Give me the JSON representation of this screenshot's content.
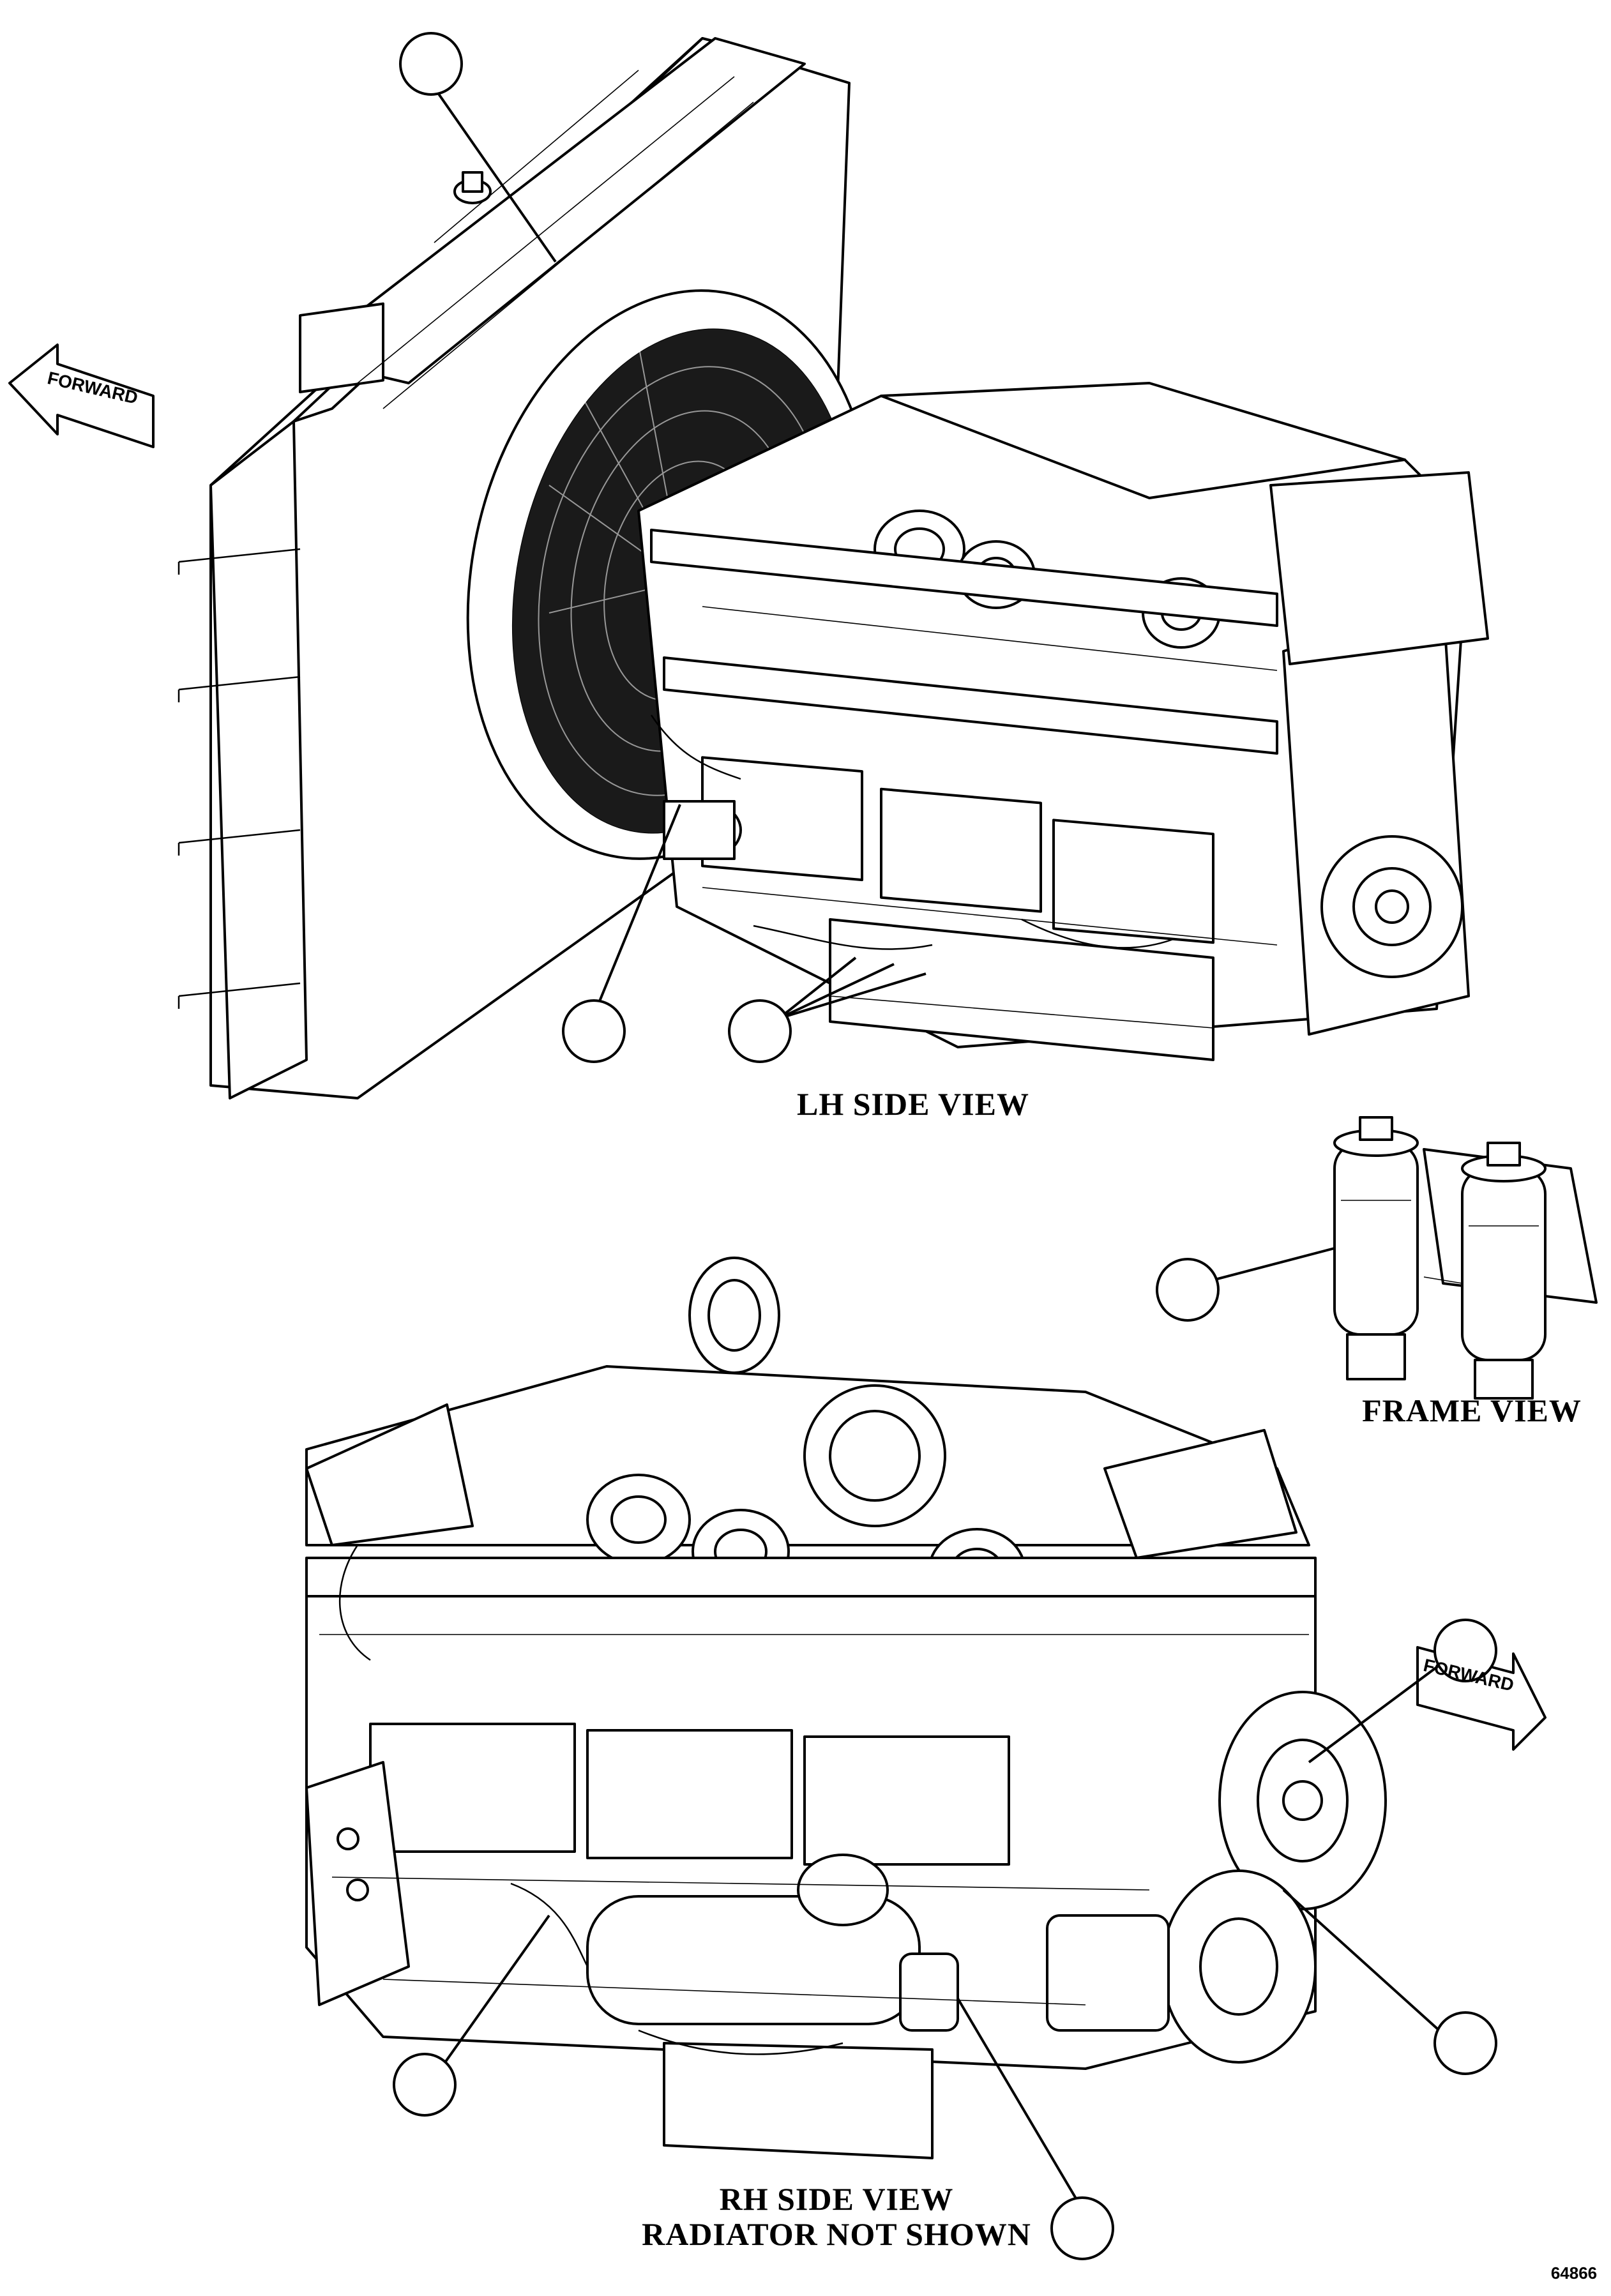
{
  "views": {
    "lh_side": {
      "title": "LH SIDE VIEW"
    },
    "frame": {
      "title": "FRAME VIEW"
    },
    "rh_side": {
      "title_line1": "RH SIDE VIEW",
      "title_line2": "RADIATOR NOT SHOWN"
    }
  },
  "arrows": {
    "forward_left": {
      "label": "FORWARD",
      "icon": "forward-arrow-left-icon"
    },
    "forward_right": {
      "label": "FORWARD",
      "icon": "forward-arrow-right-icon"
    }
  },
  "figure_number": "64866",
  "callouts": [
    {
      "id": "callout-lh-top",
      "view": "lh_side",
      "label": ""
    },
    {
      "id": "callout-lh-bottom-left",
      "view": "lh_side",
      "label": ""
    },
    {
      "id": "callout-lh-bottom-right",
      "view": "lh_side",
      "label": ""
    },
    {
      "id": "callout-frame",
      "view": "frame",
      "label": ""
    },
    {
      "id": "callout-rh-top-right",
      "view": "rh_side",
      "label": ""
    },
    {
      "id": "callout-rh-bottom-right",
      "view": "rh_side",
      "label": ""
    },
    {
      "id": "callout-rh-bottom-left",
      "view": "rh_side",
      "label": ""
    },
    {
      "id": "callout-rh-bottom-center",
      "view": "rh_side",
      "label": ""
    }
  ]
}
